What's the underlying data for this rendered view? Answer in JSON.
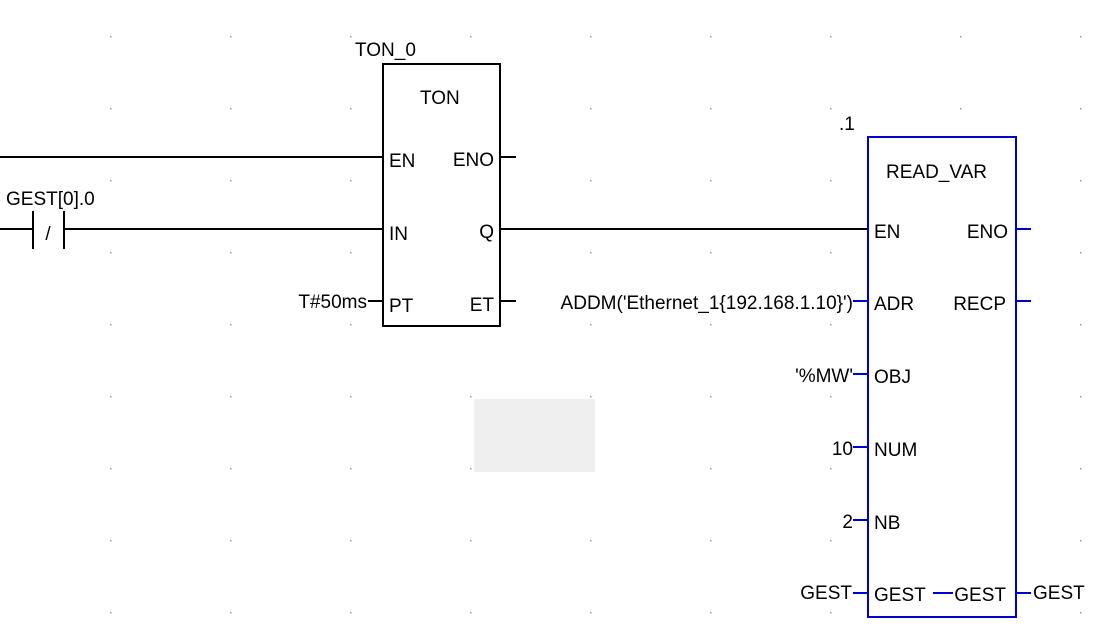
{
  "ton_block": {
    "instance": "TON_0",
    "type": "TON",
    "inputs": {
      "en": "EN",
      "in": "IN",
      "pt": "PT"
    },
    "outputs": {
      "eno": "ENO",
      "q": "Q",
      "et": "ET"
    },
    "pt_value": "T#50ms"
  },
  "contact": {
    "variable": "GEST[0].0",
    "symbol": "/"
  },
  "read_var_block": {
    "instance": ".1",
    "type": "READ_VAR",
    "inputs": {
      "en": "EN",
      "adr": "ADR",
      "obj": "OBJ",
      "num": "NUM",
      "nb": "NB",
      "gest": "GEST"
    },
    "outputs": {
      "eno": "ENO",
      "recp": "RECP",
      "gest": "GEST"
    },
    "adr_value": "ADDM('Ethernet_1{192.168.1.10}')",
    "obj_value": "'%MW'",
    "num_value": "10",
    "nb_value": "2",
    "gest_in_value": "GEST",
    "gest_out_value": "GEST"
  },
  "colors": {
    "wire": "#000000",
    "read_var_block": "#0000cc",
    "selection": "#efefef"
  }
}
